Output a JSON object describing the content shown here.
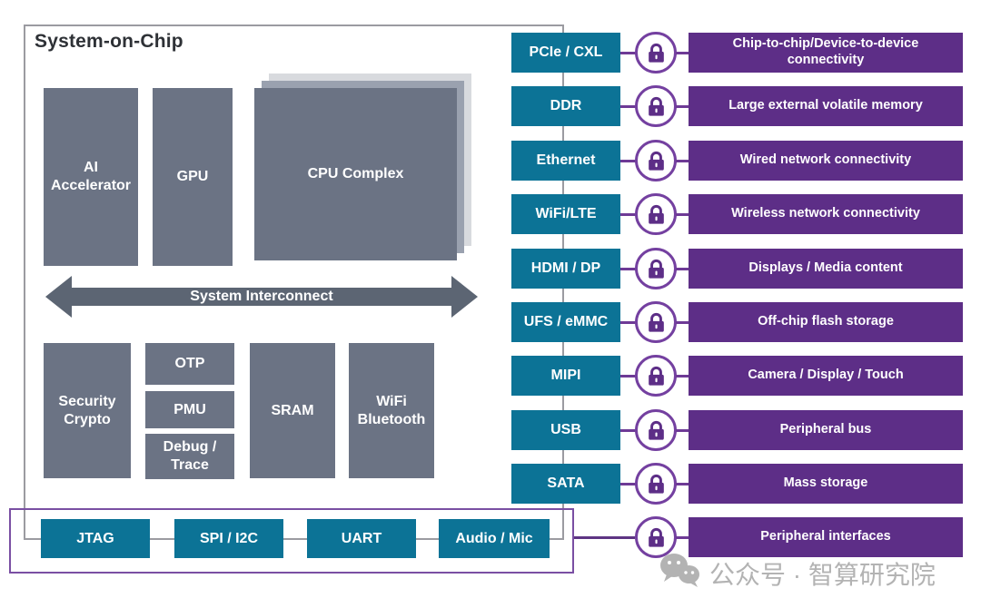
{
  "soc": {
    "title": "System-on-Chip",
    "interconnect_label": "System Interconnect",
    "blocks": [
      {
        "id": "ai-accelerator",
        "label": "AI\nAccelerator"
      },
      {
        "id": "gpu",
        "label": "GPU"
      },
      {
        "id": "cpu-complex",
        "label": "CPU Complex"
      },
      {
        "id": "security-crypto",
        "label": "Security\nCrypto"
      },
      {
        "id": "otp",
        "label": "OTP"
      },
      {
        "id": "pmu",
        "label": "PMU"
      },
      {
        "id": "debug-trace",
        "label": "Debug /\nTrace"
      },
      {
        "id": "sram",
        "label": "SRAM"
      },
      {
        "id": "wifi-bluetooth",
        "label": "WiFi\nBluetooth"
      }
    ]
  },
  "interfaces": [
    {
      "port": "PCIe / CXL",
      "description": "Chip-to-chip/Device-to-device connectivity"
    },
    {
      "port": "DDR",
      "description": "Large external volatile memory"
    },
    {
      "port": "Ethernet",
      "description": "Wired network connectivity"
    },
    {
      "port": "WiFi/LTE",
      "description": "Wireless network connectivity"
    },
    {
      "port": "HDMI / DP",
      "description": "Displays / Media content"
    },
    {
      "port": "UFS / eMMC",
      "description": "Off-chip flash storage"
    },
    {
      "port": "MIPI",
      "description": "Camera / Display / Touch"
    },
    {
      "port": "USB",
      "description": "Peripheral bus"
    },
    {
      "port": "SATA",
      "description": "Mass storage"
    }
  ],
  "peripheral_group": {
    "ports": [
      "JTAG",
      "SPI / I2C",
      "UART",
      "Audio / Mic"
    ],
    "description": "Peripheral interfaces"
  },
  "icons": {
    "lock": "lock-icon",
    "wechat": "wechat-icon"
  },
  "watermark": {
    "text": "公众号 · 智算研究院"
  },
  "colors": {
    "teal_port": "#0c7396",
    "purple_box": "#5d2e87",
    "purple_ring": "#7440a0",
    "purple_frame": "#7a4fa3",
    "slate_block": "#6b7384",
    "arrow": "#5c6573",
    "soc_border": "#9b9ba1",
    "watermark_gray": "#b3b3b3"
  }
}
